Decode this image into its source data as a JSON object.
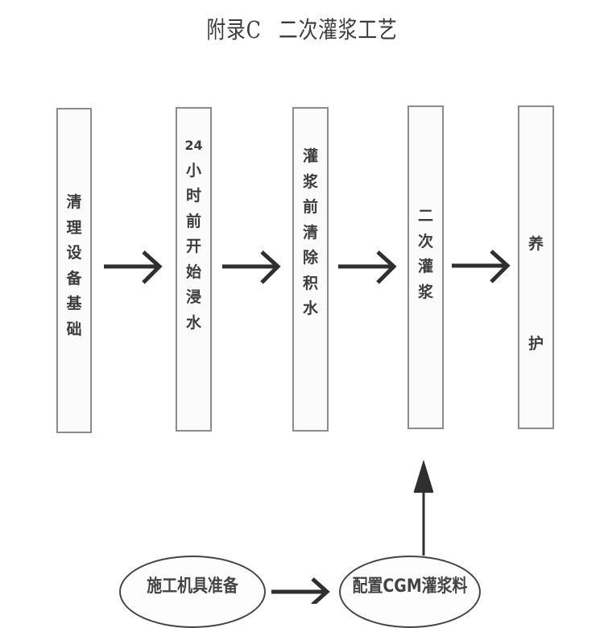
{
  "title": {
    "prefix": "附录C",
    "main": "二次灌浆工艺"
  },
  "steps": [
    {
      "label": "清理设备基础",
      "chars": [
        "清",
        "理",
        "设",
        "备",
        "基",
        "础"
      ]
    },
    {
      "label": "24小时前开始浸水",
      "chars": [
        "24",
        "小",
        "时",
        "前",
        "开",
        "始",
        "浸",
        "水"
      ]
    },
    {
      "label": "灌浆前清除积水",
      "chars": [
        "灌",
        "浆",
        "前",
        "清",
        "除",
        "积",
        "水"
      ]
    },
    {
      "label": "二次灌浆",
      "chars": [
        "二",
        "次",
        "灌",
        "浆"
      ]
    },
    {
      "label": "养护",
      "chars": [
        "养",
        "护"
      ]
    }
  ],
  "prep_steps": [
    {
      "label": "施工机具准备"
    },
    {
      "label": "配置CGM灌浆料"
    }
  ],
  "flow": {
    "main_sequence": [
      "清理设备基础",
      "24小时前开始浸水",
      "灌浆前清除积水",
      "二次灌浆",
      "养护"
    ],
    "prep_sequence": [
      "施工机具准备",
      "配置CGM灌浆料",
      "二次灌浆"
    ]
  }
}
